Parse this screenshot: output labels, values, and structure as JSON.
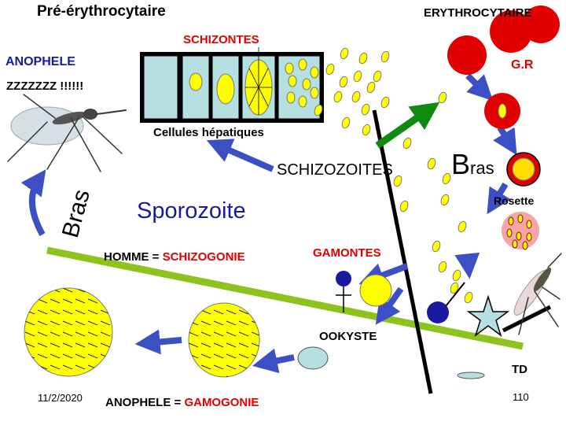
{
  "titles": {
    "pre_erythro": "Pré-érythrocytaire",
    "erythro": "ERYTHROCYTAIRE"
  },
  "labels": {
    "schizontes": "SCHIZONTES",
    "anophele": "ANOPHELE",
    "zzz": "ZZZZZZZ !!!!!!",
    "gr": "G.R",
    "cellules": "Cellules  hépatiques",
    "schizozoites": "SCHIZOZOITES",
    "bras_big_b": "B",
    "bras_rest": "ras",
    "bras_rotated": "Bras",
    "rosette": "Rosette",
    "sporozoite": "Sporozoite",
    "homme_prefix": "HOMME = ",
    "homme_highlight": "SCHIZOGONIE",
    "gamontes": "GAMONTES",
    "oocyste": "OOKYSTE",
    "td": "TD",
    "anophele2_prefix": "ANOPHELE = ",
    "anophele2_highlight": "GAMOGONIE"
  },
  "footer": {
    "date": "11/2/2020",
    "page": "110"
  },
  "colors": {
    "red": "#e00000",
    "yellow": "#ffff00",
    "cell_blue": "#b5dfe0",
    "arrow_blue": "#3d4fc4",
    "arrow_green": "#0f8a0f",
    "bar_green": "#8cc31c",
    "navy": "#1a1aa0"
  }
}
